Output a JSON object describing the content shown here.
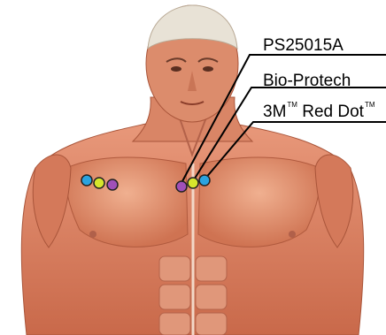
{
  "labels": {
    "ps25015a": "PS25015A",
    "bio_protech": "Bio-Protech",
    "red_dot": "3M",
    "red_dot_tm": "TM",
    "red_dot_rest": "Red Dot",
    "red_dot_tm2": "TM"
  },
  "electrode_colors": {
    "blue": "#2aa3e0",
    "yellow": "#d6e62c",
    "purple": "#a050b8"
  },
  "skin_colors": {
    "muscle": "#d9825f",
    "muscle_dark": "#b85a3c",
    "muscle_light": "#efb392",
    "skull": "#e8e2d6"
  }
}
